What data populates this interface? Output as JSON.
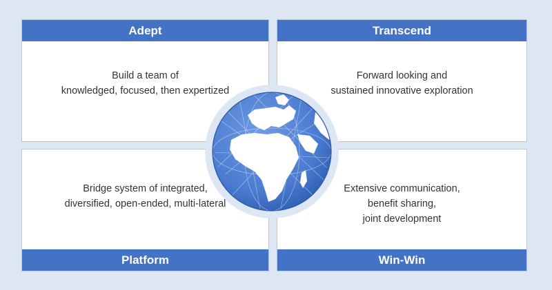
{
  "quadrants": {
    "top_left": {
      "title": "Adept",
      "lines": [
        "Build a team of",
        "knowledged, focused, then expertized"
      ]
    },
    "top_right": {
      "title": "Transcend",
      "lines": [
        "Forward looking and",
        "sustained innovative exploration"
      ]
    },
    "bottom_left": {
      "title": "Platform",
      "lines": [
        "Bridge system of integrated,",
        "diversified, open-ended, multi-lateral"
      ]
    },
    "bottom_right": {
      "title": "Win-Win",
      "lines": [
        "Extensive communication,",
        "benefit sharing,",
        "joint development"
      ]
    }
  },
  "colors": {
    "header_bar": "#4472c4",
    "background": "#dde7f3",
    "globe_ocean": "#4a7bd0",
    "globe_land": "#ffffff"
  },
  "icons": {
    "center": "globe-icon"
  }
}
